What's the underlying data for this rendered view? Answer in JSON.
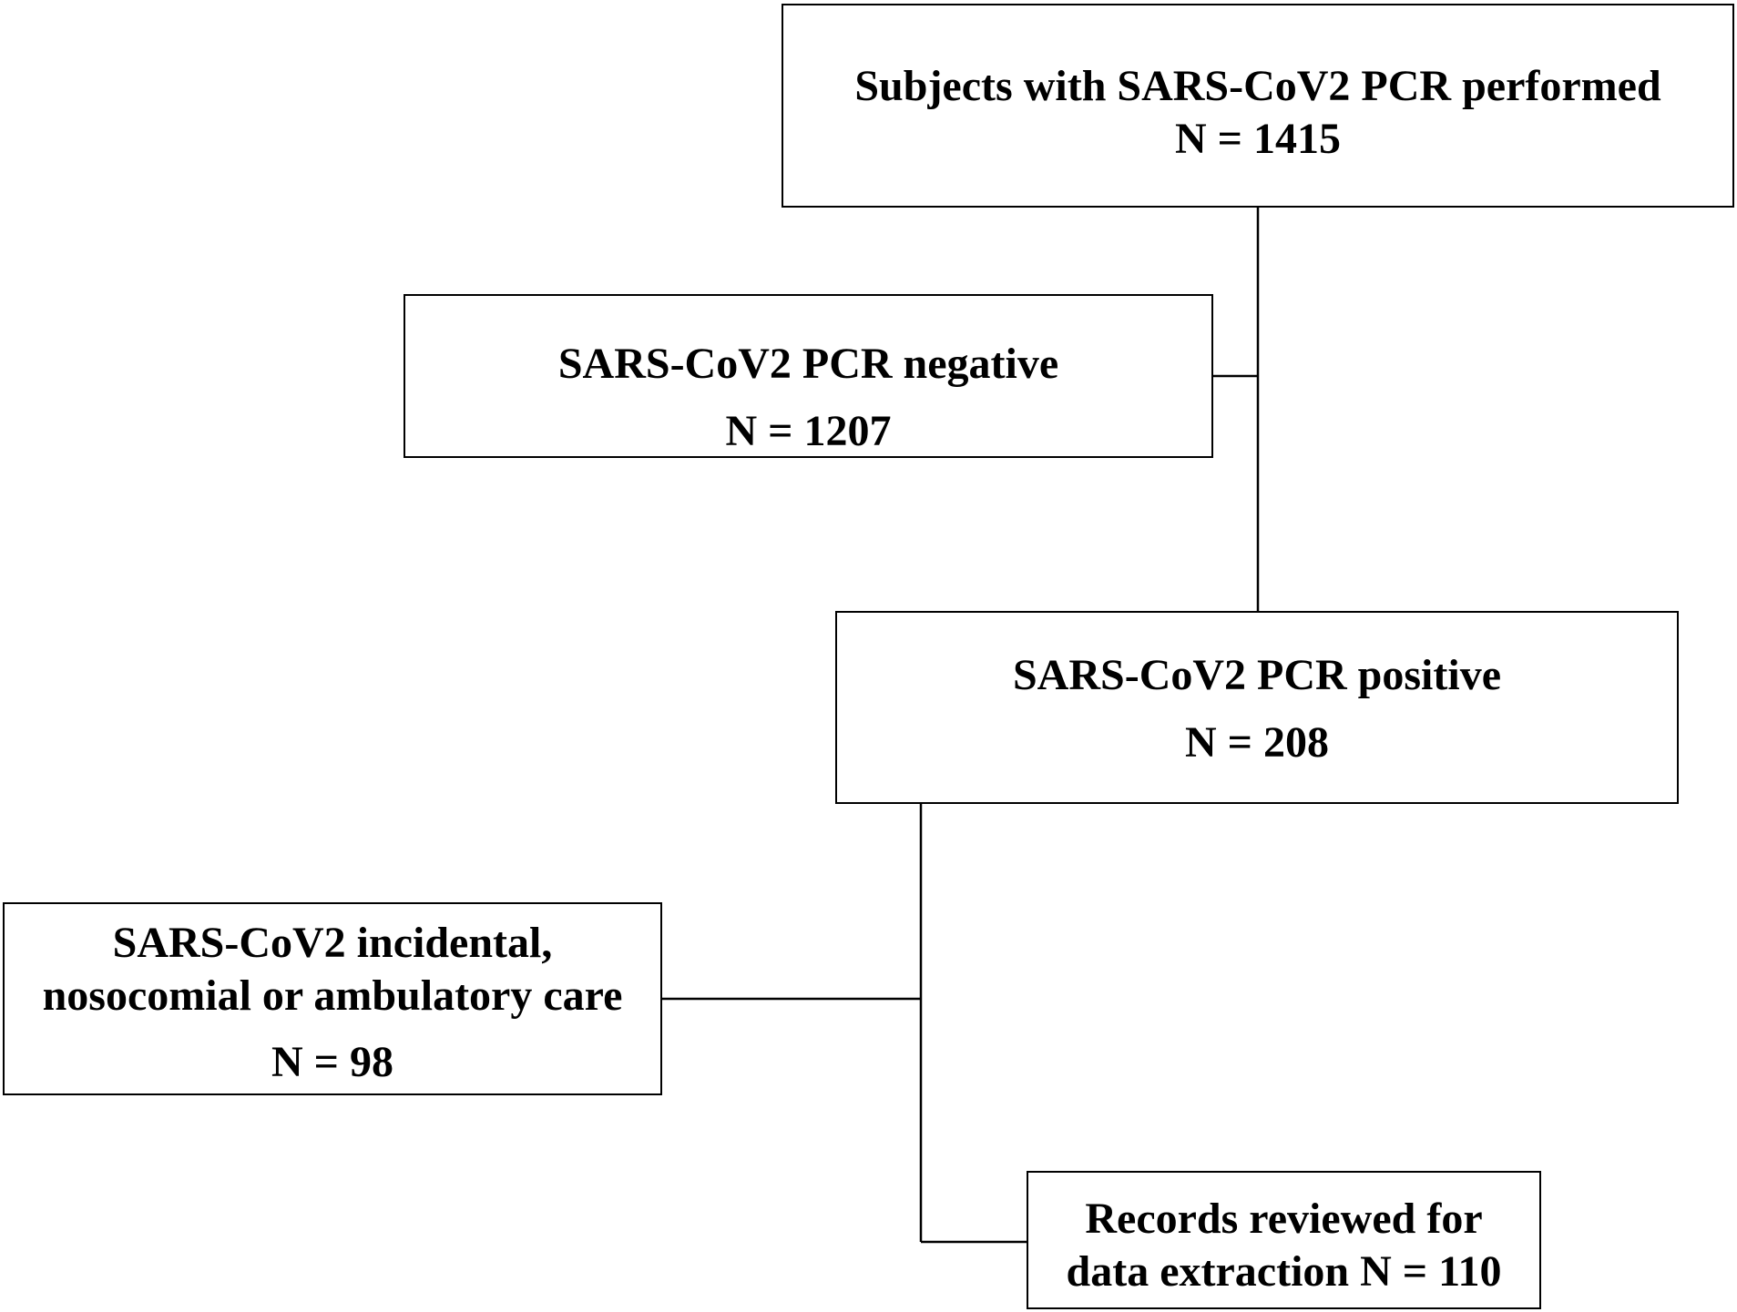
{
  "diagram": {
    "type": "flowchart",
    "nodes": {
      "total": {
        "lines": [
          "Subjects with SARS-CoV2 PCR performed"
        ],
        "count": "N = 1415"
      },
      "negative": {
        "lines": [
          "SARS-CoV2 PCR negative"
        ],
        "count": "N = 1207"
      },
      "positive": {
        "lines": [
          "SARS-CoV2 PCR positive"
        ],
        "count": "N = 208"
      },
      "incidental": {
        "lines": [
          "SARS-CoV2 incidental,",
          "nosocomial or ambulatory care"
        ],
        "count": "N = 98"
      },
      "reviewed": {
        "lines": [
          "Records reviewed for",
          "data extraction N = 110"
        ]
      }
    },
    "edges": [
      {
        "from": "total",
        "to": "positive"
      },
      {
        "from": "total",
        "to": "negative"
      },
      {
        "from": "positive",
        "to": "reviewed"
      },
      {
        "from": "positive",
        "to": "incidental"
      }
    ],
    "colors": {
      "stroke": "#000000",
      "background": "#ffffff"
    }
  }
}
